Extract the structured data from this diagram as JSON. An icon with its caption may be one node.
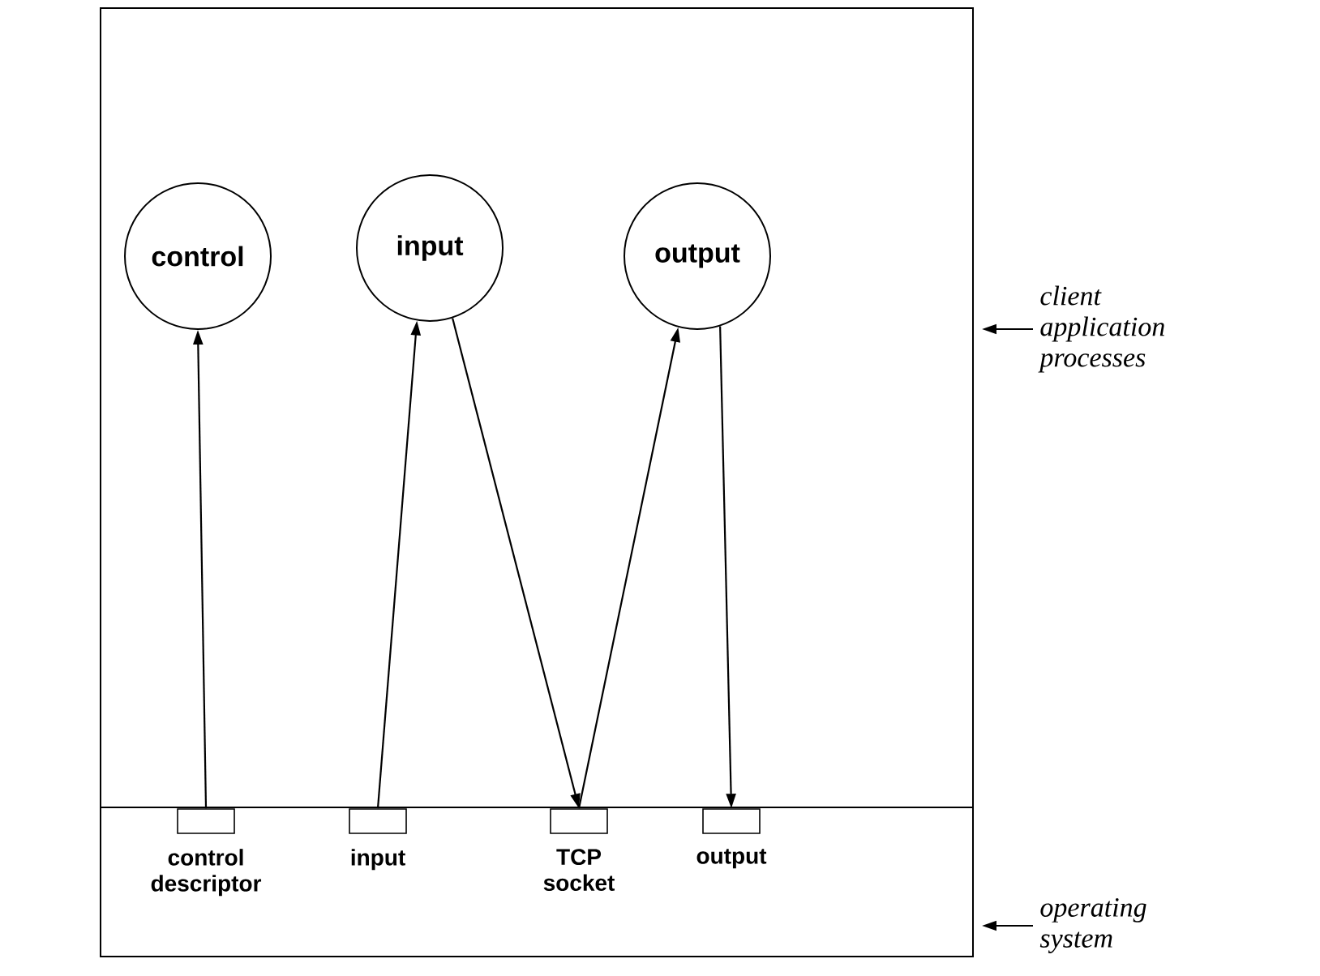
{
  "diagram": {
    "nodes": [
      {
        "text": [],
        "shape": "box"
      },
      {
        "text": [
          "control"
        ],
        "in": 0
      },
      {
        "text": [
          "input"
        ],
        "in": 0
      },
      {
        "text": [
          "output"
        ],
        "in": 0
      },
      {
        "text": [],
        "shape": "box"
      },
      {
        "text": [],
        "shape": "box",
        "in": 4,
        "beside": [
          "control descriptor"
        ]
      },
      {
        "text": [],
        "shape": "box",
        "in": 4,
        "beside": [
          "input"
        ]
      },
      {
        "text": [],
        "shape": "box",
        "in": 4,
        "beside": [
          "TCP socket"
        ]
      },
      {
        "text": [],
        "shape": "box",
        "in": 4,
        "beside": [
          "output"
        ]
      },
      {
        "text": [
          "client application processes"
        ]
      },
      {
        "text": [
          "operating system"
        ]
      }
    ],
    "edges": [
      {
        "from": 5,
        "to": 1,
        "arrow": "to"
      },
      {
        "from": 6,
        "to": 2,
        "arrow": "to"
      },
      {
        "from": 2,
        "to": 7,
        "arrow": "to"
      },
      {
        "from": 7,
        "to": 3,
        "arrow": "to"
      },
      {
        "from": 3,
        "to": 8,
        "arrow": "to"
      },
      {
        "from": 9,
        "to": 0,
        "arrow": "to"
      },
      {
        "from": 10,
        "to": 4,
        "arrow": "to"
      }
    ]
  }
}
